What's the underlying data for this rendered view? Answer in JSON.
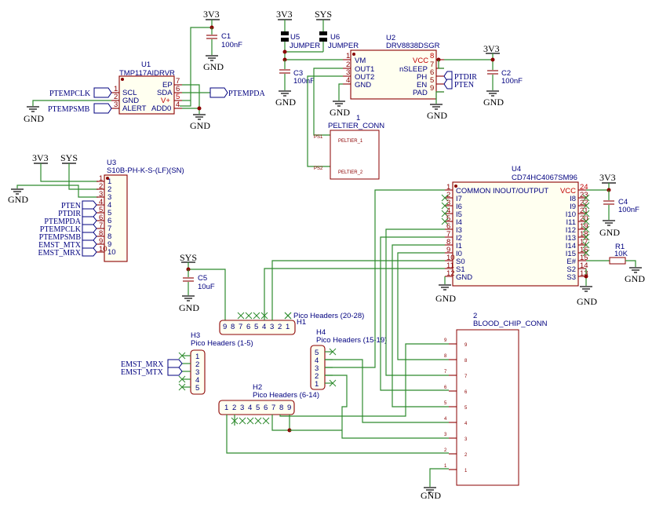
{
  "power": {
    "v3v3": "3V3",
    "sys": "SYS",
    "gnd": "GND"
  },
  "u1": {
    "ref": "U1",
    "value": "TMP117AIDRVR",
    "pins": {
      "scl": "SCL",
      "gnd": "GND",
      "alert": "ALERT",
      "ep": "EP",
      "sda": "SDA",
      "vplus": "V+",
      "add0": "ADD0"
    },
    "nums": {
      "p1": "1",
      "p2": "2",
      "p3": "3",
      "p7": "7",
      "p6": "6",
      "p5": "5",
      "p4": "4"
    }
  },
  "u2": {
    "ref": "U2",
    "value": "DRV8838DSGR",
    "pins": {
      "vm": "VM",
      "out1": "OUT1",
      "out2": "OUT2",
      "gnd": "GND",
      "vcc": "VCC",
      "nsleep": "nSLEEP",
      "ph": "PH",
      "en": "EN",
      "pad": "PAD"
    },
    "nums": {
      "p1": "1",
      "p2": "2",
      "p3": "3",
      "p4": "4",
      "p8": "8",
      "p7": "7",
      "p6": "6",
      "p5": "5",
      "p9": "9"
    }
  },
  "u3": {
    "ref": "U3",
    "value": "S10B-PH-K-S-(LF)(SN)",
    "nums": [
      "1",
      "2",
      "3",
      "4",
      "5",
      "6",
      "7",
      "8",
      "9",
      "10"
    ],
    "nets": [
      "PTEN",
      "PTDIR",
      "PTEMPDA",
      "PTEMPCLK",
      "PTEMPSMB",
      "EMST_MTX",
      "EMST_MRX"
    ]
  },
  "u4": {
    "ref": "U4",
    "value": "CD74HC4067SM96",
    "left": [
      {
        "n": "1",
        "l": "COMMON INOUT/OUTPUT"
      },
      {
        "n": "2",
        "l": "I7"
      },
      {
        "n": "3",
        "l": "I6"
      },
      {
        "n": "4",
        "l": "I5"
      },
      {
        "n": "5",
        "l": "I4"
      },
      {
        "n": "6",
        "l": "I3"
      },
      {
        "n": "7",
        "l": "I2"
      },
      {
        "n": "8",
        "l": "I1"
      },
      {
        "n": "9",
        "l": "I0"
      },
      {
        "n": "10",
        "l": "S0"
      },
      {
        "n": "11",
        "l": "S1"
      },
      {
        "n": "12",
        "l": "GND"
      }
    ],
    "right": [
      {
        "n": "24",
        "l": "VCC"
      },
      {
        "n": "23",
        "l": "I8"
      },
      {
        "n": "22",
        "l": "I9"
      },
      {
        "n": "21",
        "l": "I10"
      },
      {
        "n": "20",
        "l": "I11"
      },
      {
        "n": "19",
        "l": "I12"
      },
      {
        "n": "18",
        "l": "I13"
      },
      {
        "n": "17",
        "l": "I14"
      },
      {
        "n": "16",
        "l": "I15"
      },
      {
        "n": "15",
        "l": "E#"
      },
      {
        "n": "14",
        "l": "S2"
      },
      {
        "n": "13",
        "l": "S3"
      }
    ]
  },
  "u5": {
    "ref": "U5",
    "value": "JUMPER"
  },
  "u6": {
    "ref": "U6",
    "value": "JUMPER"
  },
  "c1": {
    "ref": "C1",
    "value": "100nF"
  },
  "c2": {
    "ref": "C2",
    "value": "100nF"
  },
  "c3": {
    "ref": "C3",
    "value": "100nF"
  },
  "c4": {
    "ref": "C4",
    "value": "100nF"
  },
  "c5": {
    "ref": "C5",
    "value": "10uF"
  },
  "r1": {
    "ref": "R1",
    "value": "10K"
  },
  "labels": {
    "ptempclk": "PTEMPCLK",
    "ptempsmb": "PTEMPSMB",
    "ptempda": "PTEMPDA",
    "ptdir": "PTDIR",
    "pten": "PTEN",
    "emst_mrx": "EMST_MRX",
    "emst_mtx": "EMST_MTX"
  },
  "peltier": {
    "ref": "1",
    "value": "PELTIER_CONN",
    "pins": [
      "PELTIER_1",
      "PELTIER_2"
    ],
    "pads": [
      "PS1",
      "PS2"
    ]
  },
  "blood": {
    "ref": "2",
    "value": "BLOOD_CHIP_CONN",
    "pins": [
      "9",
      "8",
      "7",
      "6",
      "5",
      "4",
      "3",
      "2",
      "1"
    ]
  },
  "h1": {
    "ref": "H1",
    "value": "Pico Headers (20-28)",
    "pins": [
      "9",
      "8",
      "7",
      "6",
      "5",
      "4",
      "3",
      "2",
      "1"
    ]
  },
  "h2": {
    "ref": "H2",
    "value": "Pico Headers (6-14)",
    "pins": [
      "1",
      "2",
      "3",
      "4",
      "5",
      "6",
      "7",
      "8",
      "9"
    ]
  },
  "h3": {
    "ref": "H3",
    "value": "Pico Headers (1-5)",
    "pins": [
      "1",
      "2",
      "3",
      "4",
      "5"
    ]
  },
  "h4": {
    "ref": "H4",
    "value": "Pico Headers (15-19)",
    "pins": [
      "5",
      "4",
      "3",
      "2",
      "1"
    ]
  }
}
